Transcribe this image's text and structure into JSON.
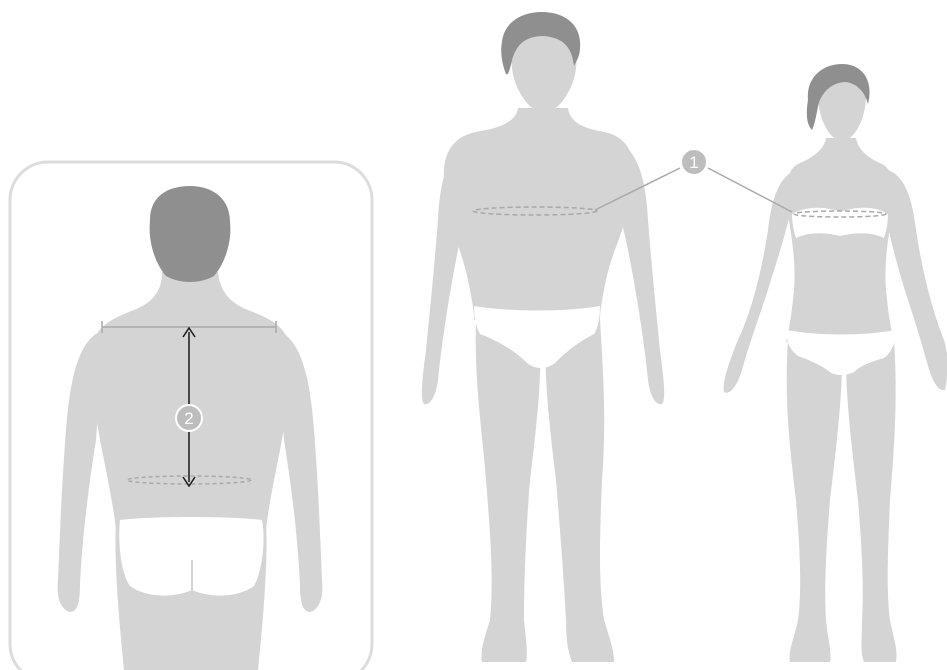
{
  "colors": {
    "background": "#ffffff",
    "silhouette": "#d4d4d4",
    "hair": "#8f8f8f",
    "underwear": "#ffffff",
    "panel_border": "#dcdcdc",
    "guide_line": "#a9a9a9",
    "arrow": "#1a1a1a",
    "marker_fill": "#bdbdbd"
  },
  "markers": {
    "chest": "1",
    "back_length": "2"
  },
  "figures": {
    "back_view": "back-view-figure",
    "male_front": "male-front-figure",
    "female_front": "female-front-figure"
  }
}
